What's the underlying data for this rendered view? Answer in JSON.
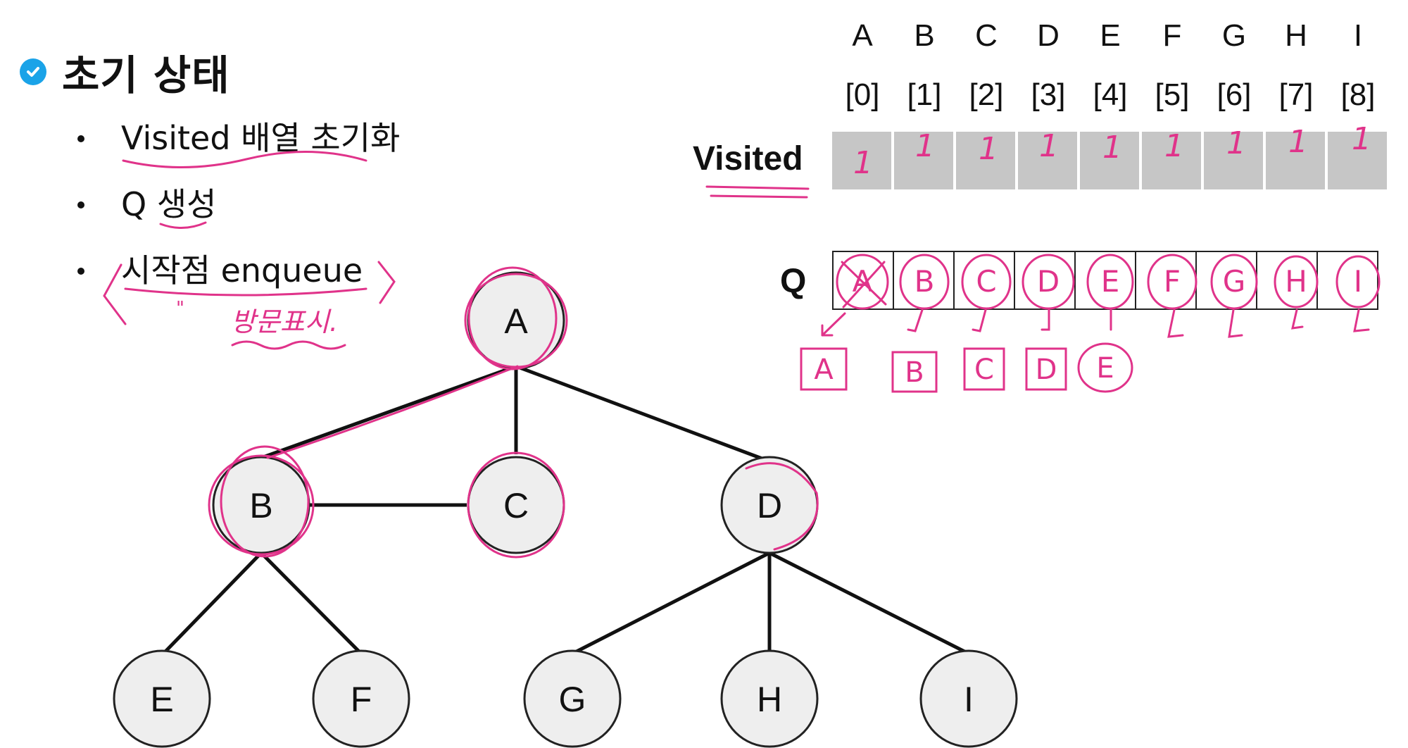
{
  "slide": {
    "title": "초기 상태",
    "bullets": [
      "Visited 배열 초기화",
      "Q 생성",
      "시작점 enqueue"
    ]
  },
  "arrays": {
    "letters": [
      "A",
      "B",
      "C",
      "D",
      "E",
      "F",
      "G",
      "H",
      "I"
    ],
    "indices": [
      "[0]",
      "[1]",
      "[2]",
      "[3]",
      "[4]",
      "[5]",
      "[6]",
      "[7]",
      "[8]"
    ],
    "visited_label": "Visited",
    "queue_label": "Q"
  },
  "graph": {
    "nodes": [
      "A",
      "B",
      "C",
      "D",
      "E",
      "F",
      "G",
      "H",
      "I"
    ],
    "edges": [
      [
        "A",
        "B"
      ],
      [
        "A",
        "C"
      ],
      [
        "A",
        "D"
      ],
      [
        "B",
        "C"
      ],
      [
        "B",
        "E"
      ],
      [
        "B",
        "F"
      ],
      [
        "D",
        "G"
      ],
      [
        "D",
        "H"
      ],
      [
        "D",
        "I"
      ]
    ]
  },
  "annotations": {
    "note": "방문표시.",
    "quote_mark": "\"",
    "visited_marks": [
      "1",
      "1",
      "1",
      "1",
      "1",
      "1",
      "1",
      "1",
      "1"
    ],
    "queue_marks": [
      "A",
      "B",
      "C",
      "D",
      "E",
      "F",
      "G",
      "H",
      "I"
    ],
    "dequeued": [
      "A",
      "B",
      "C",
      "D",
      "E"
    ],
    "color": "#e0338a"
  },
  "colors": {
    "accent": "#1aa3e8",
    "visited_cell": "#c6c6c6",
    "node_fill": "#eeeeee"
  }
}
